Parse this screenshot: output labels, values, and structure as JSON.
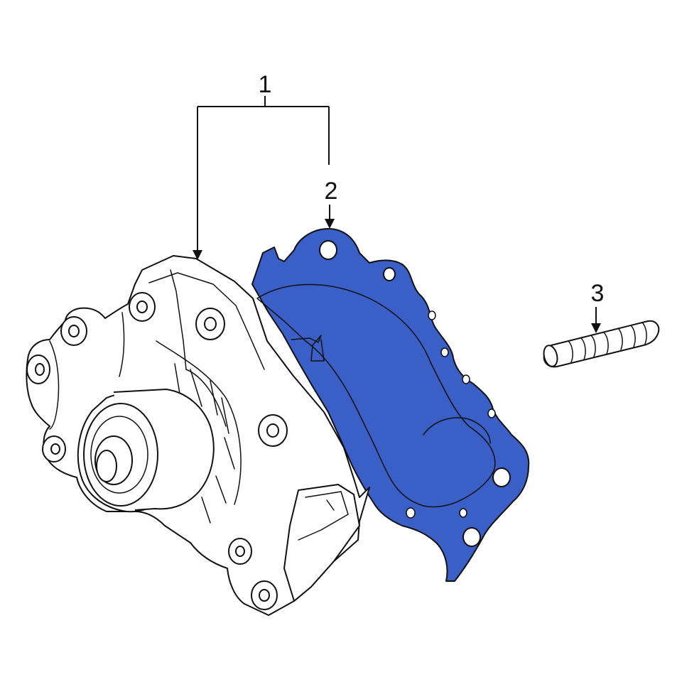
{
  "callouts": [
    {
      "id": "1",
      "label": "1",
      "part": "water-pump-assembly"
    },
    {
      "id": "2",
      "label": "2",
      "part": "water-pump-gasket"
    },
    {
      "id": "3",
      "label": "3",
      "part": "water-pump-stud"
    }
  ],
  "colors": {
    "line": "#111111",
    "background": "#ffffff",
    "highlight": "#3a5fc6"
  }
}
